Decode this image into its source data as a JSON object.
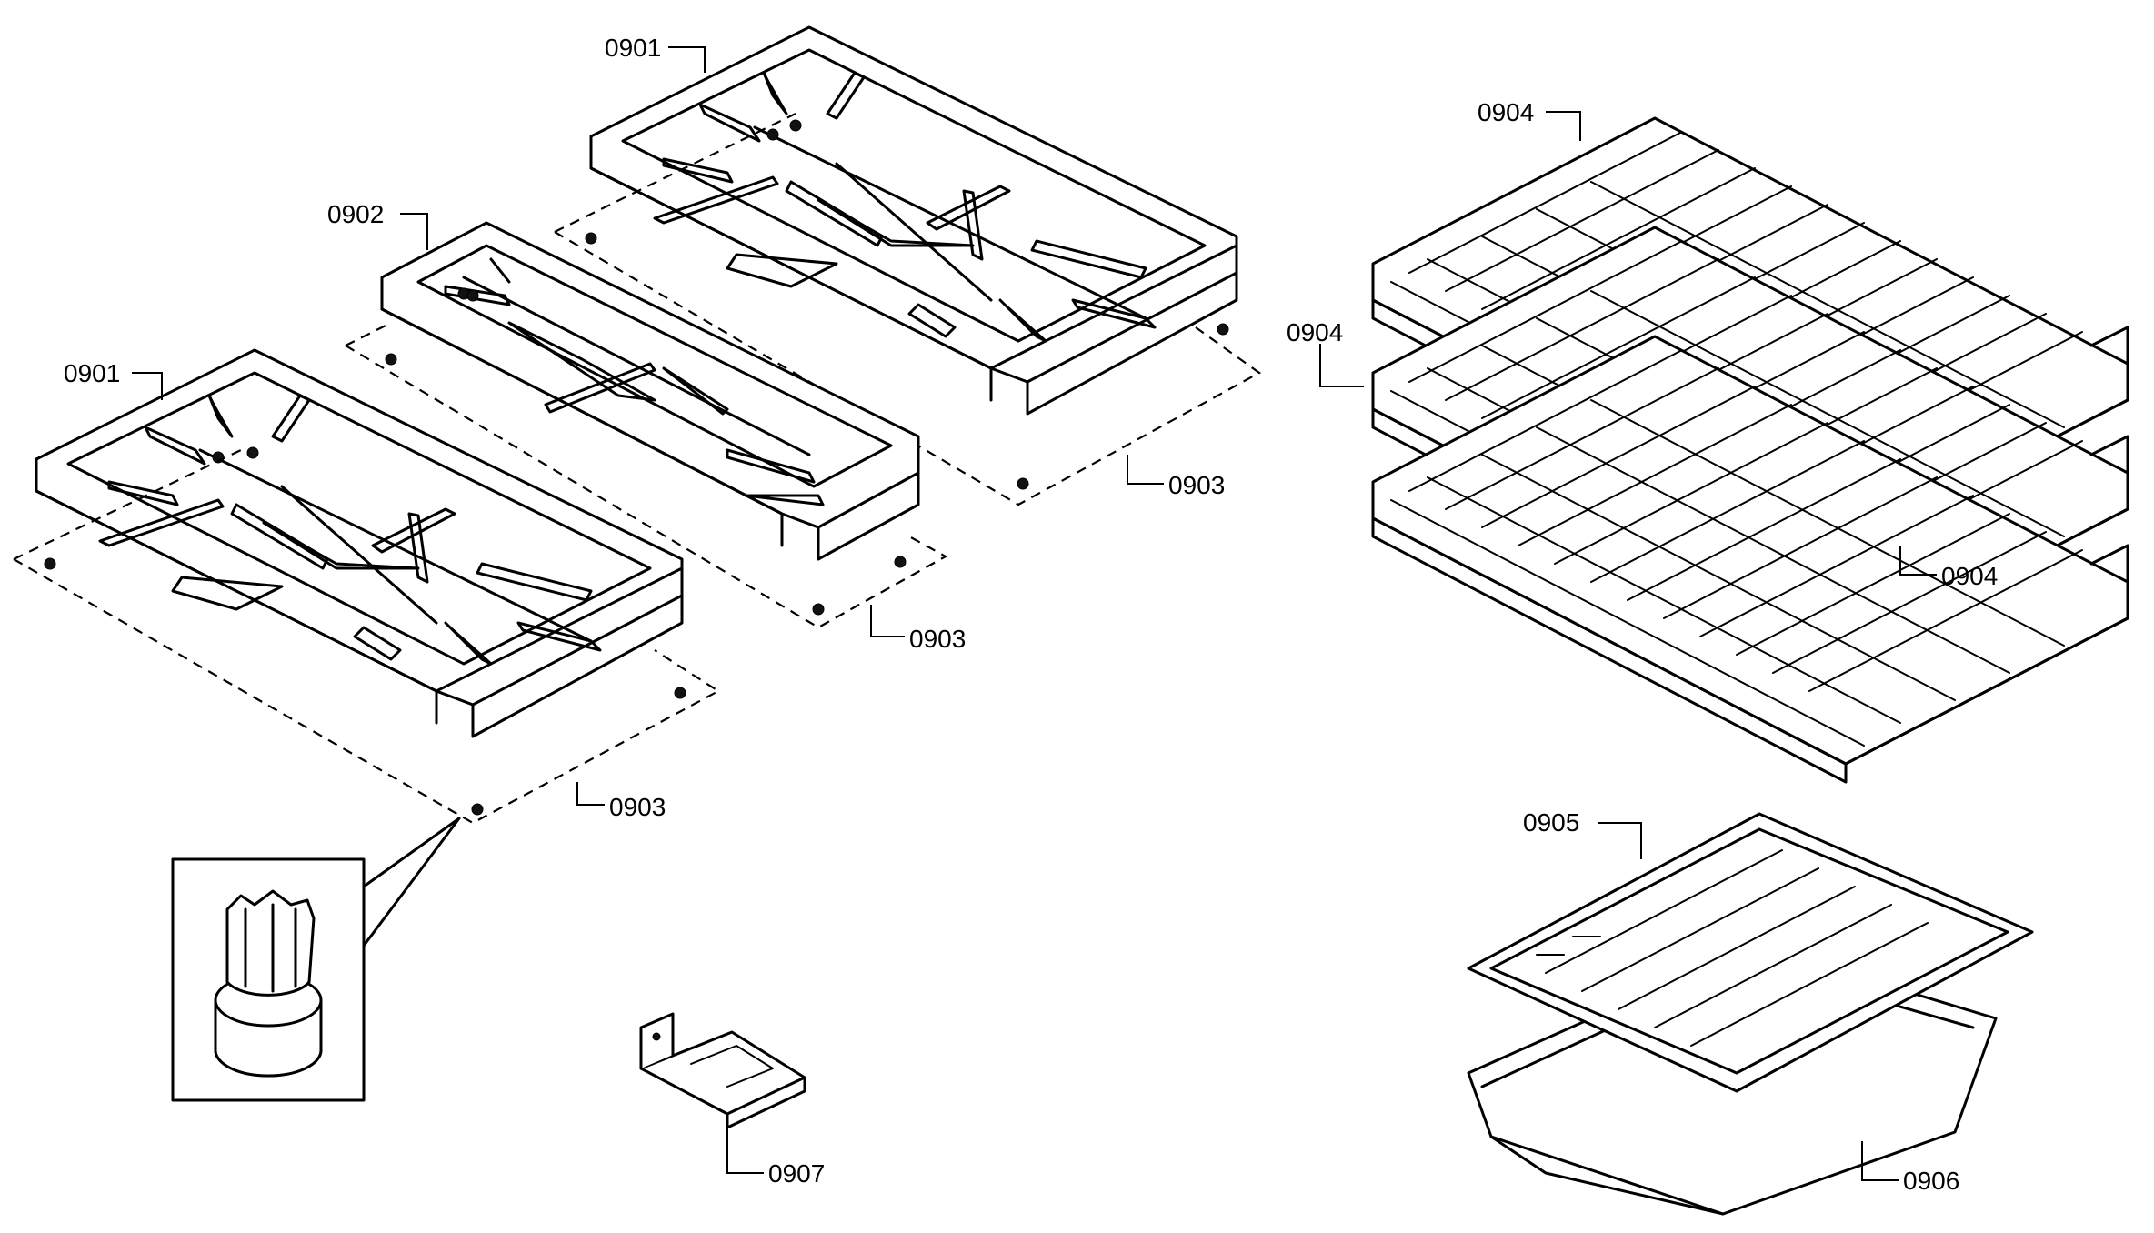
{
  "labels": {
    "grate_left": "0901",
    "grate_right": "0901",
    "grate_center": "0902",
    "foot_left": "0903",
    "foot_center": "0903",
    "foot_right": "0903",
    "rack_top": "0904",
    "rack_mid": "0904",
    "rack_bottom": "0904",
    "broil_grid": "0905",
    "broil_pan": "0906",
    "bracket": "0907"
  },
  "colors": {
    "ink": "#000000",
    "paper": "#ffffff"
  }
}
